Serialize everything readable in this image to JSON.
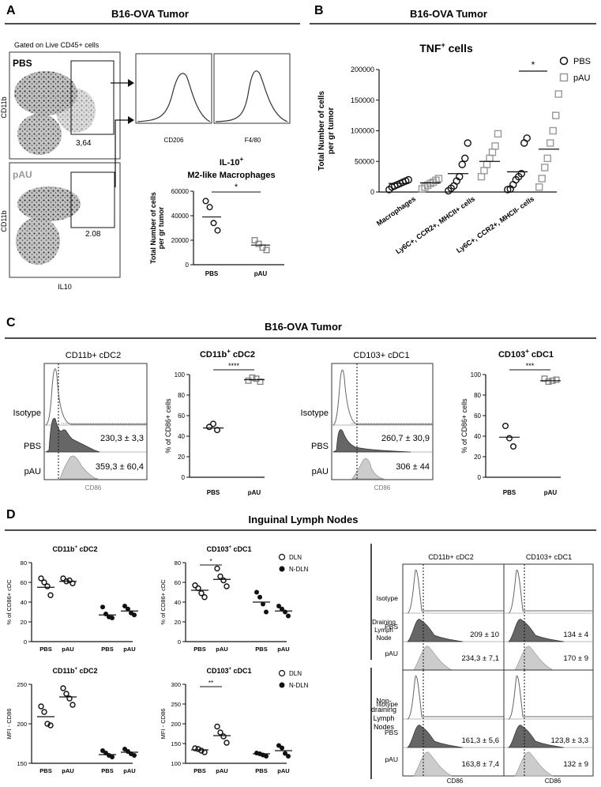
{
  "panels": {
    "A": {
      "letter": "A",
      "title": "B16-OVA Tumor",
      "gated": "Gated on Live CD45+ cells",
      "flow_pbs_label": "PBS",
      "flow_pau_label": "pAU",
      "ylabel_flow": "CD11b",
      "xlabel_flow": "IL10",
      "gate_pbs": "3,64",
      "gate_pau": "2.08",
      "hist_labels": [
        "CD206",
        "F4/80"
      ],
      "scatter_title_line1": "IL-10",
      "scatter_title_sup": "+",
      "scatter_title_line2": "M2-like Macrophages",
      "sig": "*"
    },
    "B": {
      "letter": "B",
      "title": "B16-OVA Tumor",
      "chart_title": "TNF",
      "chart_title_sup": "+",
      "chart_title_rest": " cells",
      "legend": [
        "PBS",
        "pAU"
      ],
      "sig": "*"
    },
    "C": {
      "letter": "C",
      "title": "B16-OVA Tumor",
      "hist1_title": "CD11b+ cDC2",
      "hist2_title": "CD103+ cDC1",
      "row_labels": [
        "Isotype",
        "PBS",
        "pAU"
      ],
      "hist1_values": [
        "230,3 ± 3,3",
        "359,3 ± 60,4"
      ],
      "hist2_values": [
        "260,7 ± 30,9",
        "306 ± 44"
      ],
      "hist_xlabel": "CD86",
      "sc1_title": "CD11b",
      "sc1_sup": "+",
      "sc1_rest": " cDC2",
      "sc2_title": "CD103",
      "sc2_sup": "+",
      "sc2_rest": " cDC1",
      "sig1": "****",
      "sig2": "***"
    },
    "D": {
      "letter": "D",
      "title": "Inguinal Lymph Nodes",
      "legend": [
        "DLN",
        "N-DLN"
      ],
      "sig_pct": "*",
      "sig_mfi": "**",
      "hist_col_titles": [
        "CD11b+ cDC2",
        "CD103+ cDC1"
      ],
      "group_draining": [
        "Draining",
        "Lymph",
        "Node"
      ],
      "group_nondraining": [
        "Non-",
        "draining",
        "Lymph",
        "Nodes"
      ],
      "row_labels": [
        "Isotype",
        "PBS",
        "pAU"
      ],
      "draining_values": [
        [
          "209 ± 10",
          "234,3 ± 7,1"
        ],
        [
          "134 ± 4",
          "170 ± 9"
        ]
      ],
      "nondraining_values": [
        [
          "161,3 ± 5,6",
          "163,8 ± 7,4"
        ],
        [
          "123,8 ± 3,3",
          "132 ± 9"
        ]
      ],
      "hist_xlabel": "CD86"
    }
  },
  "chart_data": [
    {
      "id": "A_scatter",
      "type": "scatter",
      "ylabel": "Total Number of cells per gr tumor",
      "categories": [
        "PBS",
        "pAU"
      ],
      "ylim": [
        0,
        60000
      ],
      "yticks": [
        0,
        20000,
        40000,
        60000
      ],
      "series": [
        {
          "values": [
            52000,
            47000,
            34000,
            28000
          ],
          "mean": 39000,
          "marker": "open-circle",
          "color": "#111111"
        },
        {
          "values": [
            20000,
            17000,
            14000,
            12000
          ],
          "mean": 16000,
          "marker": "open-square",
          "color": "#888888"
        }
      ]
    },
    {
      "id": "B_scatter",
      "type": "scatter",
      "ylabel": "Total Number of cells per gr tumor",
      "categories": [
        "Macrophages",
        "Ly6C+, CCR2+, MHCII+ cells",
        "Ly6C+, CCR2+, MHCII- cells"
      ],
      "ylim": [
        0,
        200000
      ],
      "yticks": [
        0,
        50000,
        100000,
        150000,
        200000
      ],
      "series": [
        {
          "name": "PBS",
          "values": [
            [
              4000,
              8000,
              10000,
              12000,
              14000,
              16000,
              18000,
              20000
            ],
            [
              2000,
              6000,
              10000,
              18000,
              25000,
              45000,
              55000,
              80000
            ],
            [
              4000,
              5000,
              12000,
              20000,
              25000,
              30000,
              80000,
              88000
            ]
          ],
          "means": [
            14000,
            30000,
            33000
          ],
          "color": "#111111"
        },
        {
          "name": "pAU",
          "values": [
            [
              5000,
              8000,
              11000,
              14000,
              16000,
              19000,
              22000
            ],
            [
              25000,
              35000,
              45000,
              55000,
              65000,
              75000,
              95000
            ],
            [
              8000,
              22000,
              40000,
              55000,
              80000,
              100000,
              125000,
              160000
            ]
          ],
          "means": [
            15000,
            50000,
            70000
          ],
          "color": "#999999"
        }
      ]
    },
    {
      "id": "C_scatter1",
      "type": "scatter",
      "ylabel": "% of CD86+ cells",
      "categories": [
        "PBS",
        "pAU"
      ],
      "ylim": [
        0,
        100
      ],
      "yticks": [
        0,
        20,
        40,
        60,
        80,
        100
      ],
      "series": [
        {
          "values": [
            49,
            52,
            46
          ],
          "mean": 48,
          "marker": "open-circle",
          "color": "#111111"
        },
        {
          "values": [
            94,
            97,
            96,
            93
          ],
          "mean": 95,
          "marker": "open-square",
          "color": "#888888"
        }
      ]
    },
    {
      "id": "C_scatter2",
      "type": "scatter",
      "ylabel": "% of CD86+ cells",
      "categories": [
        "PBS",
        "pAU"
      ],
      "ylim": [
        0,
        100
      ],
      "yticks": [
        0,
        20,
        40,
        60,
        80,
        100
      ],
      "series": [
        {
          "values": [
            50,
            38,
            30
          ],
          "mean": 39,
          "marker": "open-circle",
          "color": "#111111"
        },
        {
          "values": [
            96,
            93,
            94,
            95
          ],
          "mean": 94,
          "marker": "open-square",
          "color": "#888888"
        }
      ]
    },
    {
      "id": "D_pct_cDC2",
      "type": "scatter",
      "title": "CD11b+ cDC2",
      "ylabel": "% of CD86+ cDC",
      "categories": [
        "PBS",
        "pAU",
        "PBS",
        "pAU"
      ],
      "ylim": [
        0,
        80
      ],
      "yticks": [
        0,
        20,
        40,
        60,
        80
      ],
      "groups": [
        {
          "values": [
            64,
            60,
            56,
            47
          ],
          "mean": 55,
          "filled": false
        },
        {
          "values": [
            64,
            61,
            62,
            59
          ],
          "mean": 61,
          "filled": false
        },
        {
          "values": [
            35,
            28,
            25,
            24
          ],
          "mean": 27,
          "filled": true
        },
        {
          "values": [
            36,
            33,
            29,
            27
          ],
          "mean": 31,
          "filled": true
        }
      ]
    },
    {
      "id": "D_pct_cDC1",
      "type": "scatter",
      "title": "CD103+ cDC1",
      "ylabel": "% of CD86+ cDC",
      "categories": [
        "PBS",
        "pAU",
        "PBS",
        "pAU"
      ],
      "ylim": [
        0,
        80
      ],
      "yticks": [
        0,
        20,
        40,
        60,
        80
      ],
      "groups": [
        {
          "values": [
            57,
            54,
            49,
            45
          ],
          "mean": 52,
          "filled": false
        },
        {
          "values": [
            74,
            66,
            62,
            56
          ],
          "mean": 63,
          "filled": false
        },
        {
          "values": [
            50,
            45,
            38,
            30
          ],
          "mean": 40,
          "filled": true
        },
        {
          "values": [
            36,
            33,
            30,
            26
          ],
          "mean": 31,
          "filled": true
        }
      ]
    },
    {
      "id": "D_mfi_cDC2",
      "type": "scatter",
      "title": "CD11b+ cDC2",
      "ylabel": "MFI - CD86",
      "categories": [
        "PBS",
        "pAU",
        "PBS",
        "pAU"
      ],
      "ylim": [
        150,
        250
      ],
      "yticks": [
        150,
        200,
        250
      ],
      "groups": [
        {
          "values": [
            222,
            215,
            200,
            198
          ],
          "mean": 209,
          "filled": false
        },
        {
          "values": [
            245,
            238,
            232,
            224
          ],
          "mean": 234,
          "filled": false
        },
        {
          "values": [
            166,
            163,
            160,
            158
          ],
          "mean": 161,
          "filled": true
        },
        {
          "values": [
            168,
            165,
            162,
            160
          ],
          "mean": 164,
          "filled": true
        }
      ]
    },
    {
      "id": "D_mfi_cDC1",
      "type": "scatter",
      "title": "CD103+ cDC1",
      "ylabel": "MFI - CD86",
      "categories": [
        "PBS",
        "pAU",
        "PBS",
        "pAU"
      ],
      "ylim": [
        100,
        300
      ],
      "yticks": [
        100,
        150,
        200,
        250,
        300
      ],
      "groups": [
        {
          "values": [
            138,
            136,
            132,
            128
          ],
          "mean": 134,
          "filled": false
        },
        {
          "values": [
            193,
            178,
            168,
            152
          ],
          "mean": 170,
          "filled": false
        },
        {
          "values": [
            126,
            124,
            121,
            118
          ],
          "mean": 124,
          "filled": true
        },
        {
          "values": [
            145,
            139,
            125,
            118
          ],
          "mean": 132,
          "filled": true
        }
      ]
    }
  ]
}
